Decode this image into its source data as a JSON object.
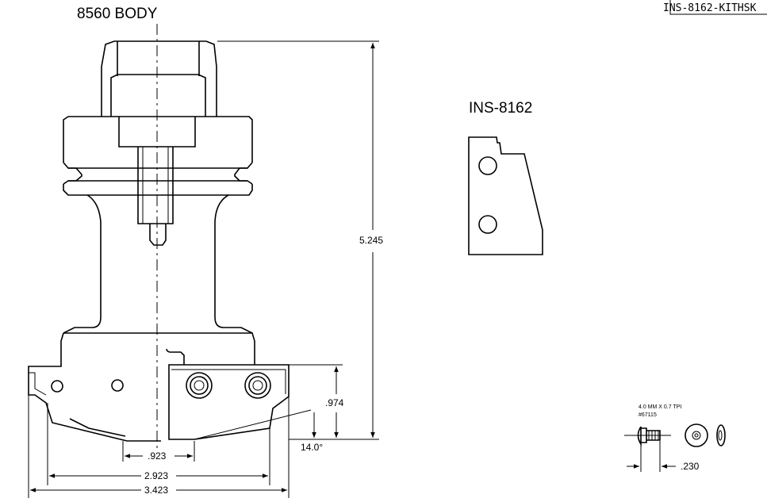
{
  "drawing_number": "INS-8162-KITHSK",
  "main_view": {
    "title": "8560 BODY",
    "dimensions": {
      "height": "5.245",
      "offset": ".974",
      "angle": "14.0°",
      "slot_width": ".923",
      "inner_width": "2.923",
      "overall_width": "3.423"
    }
  },
  "insert_view": {
    "title": "INS-8162"
  },
  "screw_view": {
    "thread": "4.0 MM X 0.7 TPI",
    "part_number": "#67115",
    "head_dimension": ".230"
  }
}
